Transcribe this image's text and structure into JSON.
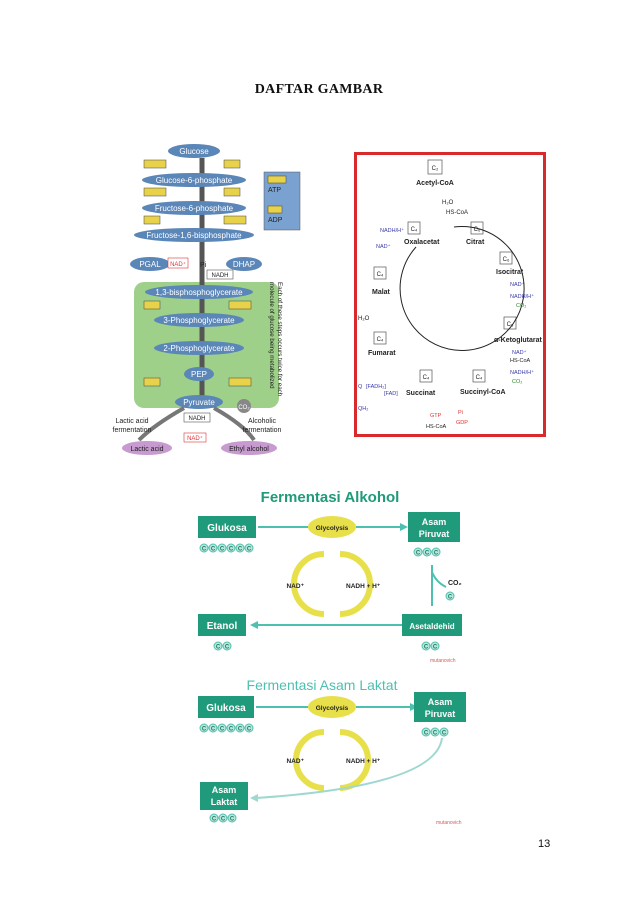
{
  "page": {
    "title": "DAFTAR GAMBAR",
    "number": "13"
  },
  "glycolysis": {
    "glucose": "Glucose",
    "g6p": "Glucose-6-phosphate",
    "f6p": "Fructose-6-phosphate",
    "f16bp": "Fructose-1,6-bisphosphate",
    "pgal": "PGAL",
    "dhap": "DHAP",
    "nad_plus": "NAD⁺",
    "pi": "Pi",
    "nadh": "NADH",
    "bpg": "1,3-bisphosphoglycerate",
    "pg3": "3-Phosphoglycerate",
    "pg2": "2-Phosphoglycerate",
    "pep": "PEP",
    "pyruvate": "Pyruvate",
    "co2": "CO₂",
    "lactic_fermentation": [
      "Lactic acid",
      "fermentation"
    ],
    "alcoholic_fermentation": [
      "Alcoholic",
      "fermentation"
    ],
    "lactic_acid": "Lactic acid",
    "ethyl_alcohol": "Ethyl alcohol",
    "legend_atp": "ATP",
    "legend_adp": "ADP",
    "side_note": [
      "Each of these steps occurs twice for each",
      "molecule of glucose being metabolized"
    ]
  },
  "krebs": {
    "acetyl": "Acetyl-CoA",
    "c2": "C₂",
    "h2o": "H₂O",
    "hscoa": "HS-CoA",
    "citrat": "Citrat",
    "c6": "C₆",
    "isocitrat": "Isocitrat",
    "nad": "NAD⁺",
    "nadh": "NADH/H⁺",
    "co2": "CO₂",
    "aketo": "α-Ketoglutarat",
    "c5": "C₅",
    "succoa": "Succinyl-CoA",
    "c4": "C₄",
    "succinat": "Succinat",
    "gtp": "GTP",
    "gdp": "GDP",
    "pi": "Pi",
    "fumarat": "Fumarat",
    "fadh2": "[FADH₂]",
    "fad": "[FAD]",
    "q": "Q",
    "qh2": "QH₂",
    "malat": "Malat",
    "oxalacetat": "Oxalacetat"
  },
  "alkohol": {
    "title": "Fermentasi Alkohol",
    "glukosa": "Glukosa",
    "glycolysis": "Glycolysis",
    "asam_piruvat": [
      "Asam",
      "Piruvat"
    ],
    "nad": "NAD⁺",
    "nadh": "NADH + H⁺",
    "co2": "CO₂",
    "etanol": "Etanol",
    "asetaldehid": "Asetaldehid",
    "carbon": "C",
    "credit": "mutanovich"
  },
  "laktat": {
    "title": "Fermentasi Asam Laktat",
    "glukosa": "Glukosa",
    "glycolysis": "Glycolysis",
    "asam_piruvat": [
      "Asam",
      "Piruvat"
    ],
    "nad": "NAD⁺",
    "nadh": "NADH + H⁺",
    "asam_laktat": [
      "Asam",
      "Laktat"
    ],
    "carbon": "C",
    "credit": "mutanovich"
  },
  "colors": {
    "green_box": "#1f9a7a",
    "teal": "#4ec0b0",
    "yellow": "#e8e04a",
    "red_frame": "#d82a2a",
    "blue_oval": "#5b86b8",
    "bg_green": "#9fd08a"
  }
}
